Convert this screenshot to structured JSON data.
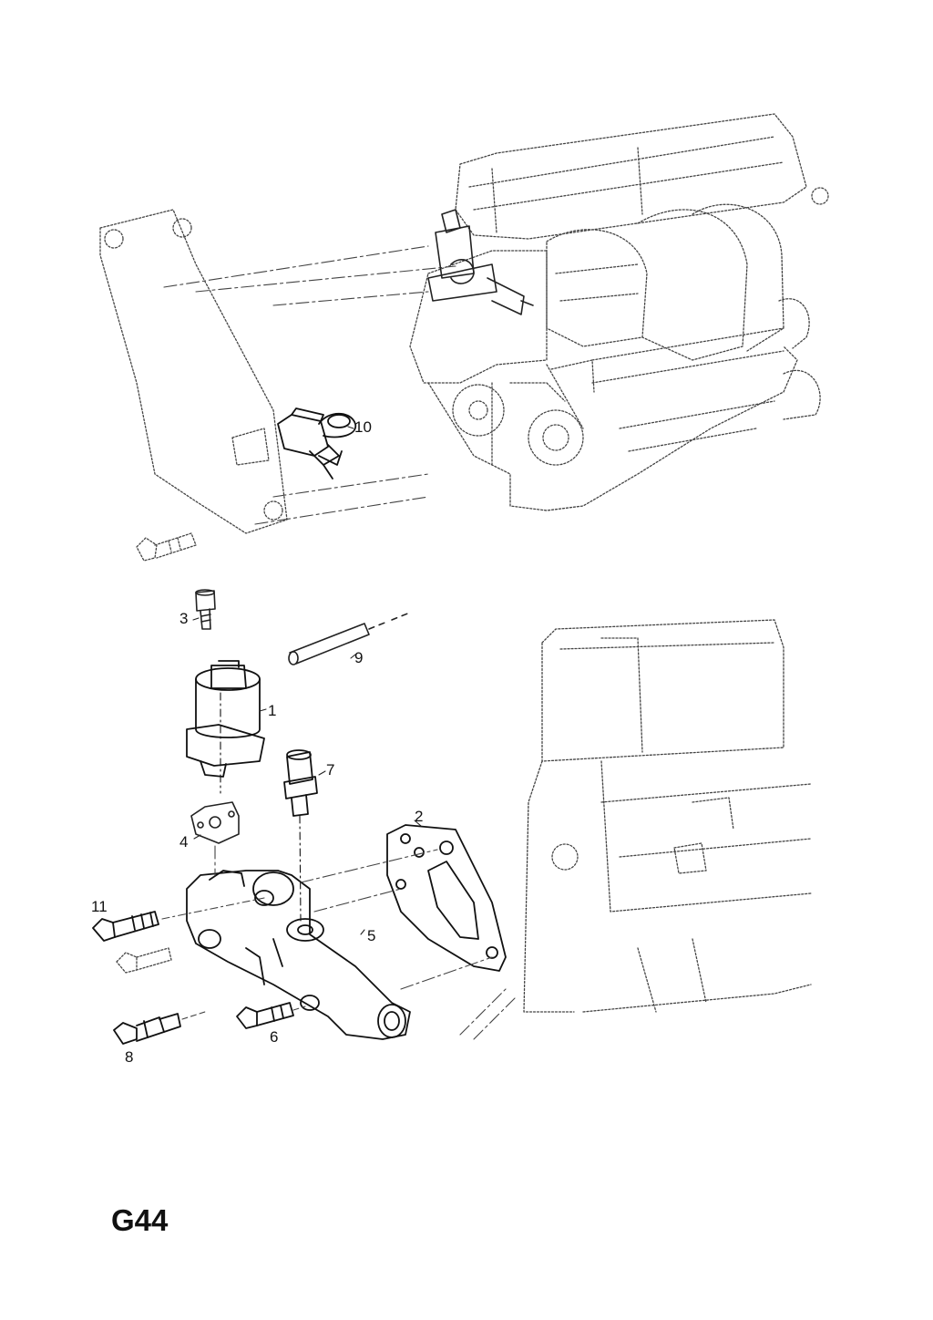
{
  "page_code": "G44",
  "callouts": {
    "c1": "1",
    "c2": "2",
    "c3": "3",
    "c4": "4",
    "c5": "5",
    "c6": "6",
    "c7": "7",
    "c8": "8",
    "c9": "9",
    "c10": "10",
    "c11": "11"
  }
}
